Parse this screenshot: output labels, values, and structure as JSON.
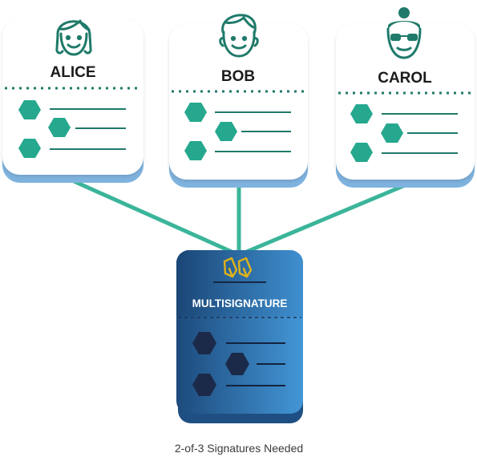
{
  "parties": [
    {
      "name": "ALICE",
      "avatar_icon": "woman-face-icon"
    },
    {
      "name": "BOB",
      "avatar_icon": "man-face-icon"
    },
    {
      "name": "CAROL",
      "avatar_icon": "woman-with-glasses-face-icon"
    }
  ],
  "multisig": {
    "title": "MULTISIGNATURE",
    "icon": "pen-nibs-icon"
  },
  "caption": "2-of-3 Signatures Needed",
  "colors": {
    "connector": "#3bb59a",
    "card_shadow": "#7fb3df",
    "card_face": "#ffffff",
    "hexagon_teal": "#25a88e",
    "avatar_stroke": "#1f7a6a",
    "multisig_dark": "#1f4f82",
    "multisig_light": "#3f8fd0",
    "multisig_hex": "#1c2a4a",
    "pen_gold": "#e0b21a"
  }
}
